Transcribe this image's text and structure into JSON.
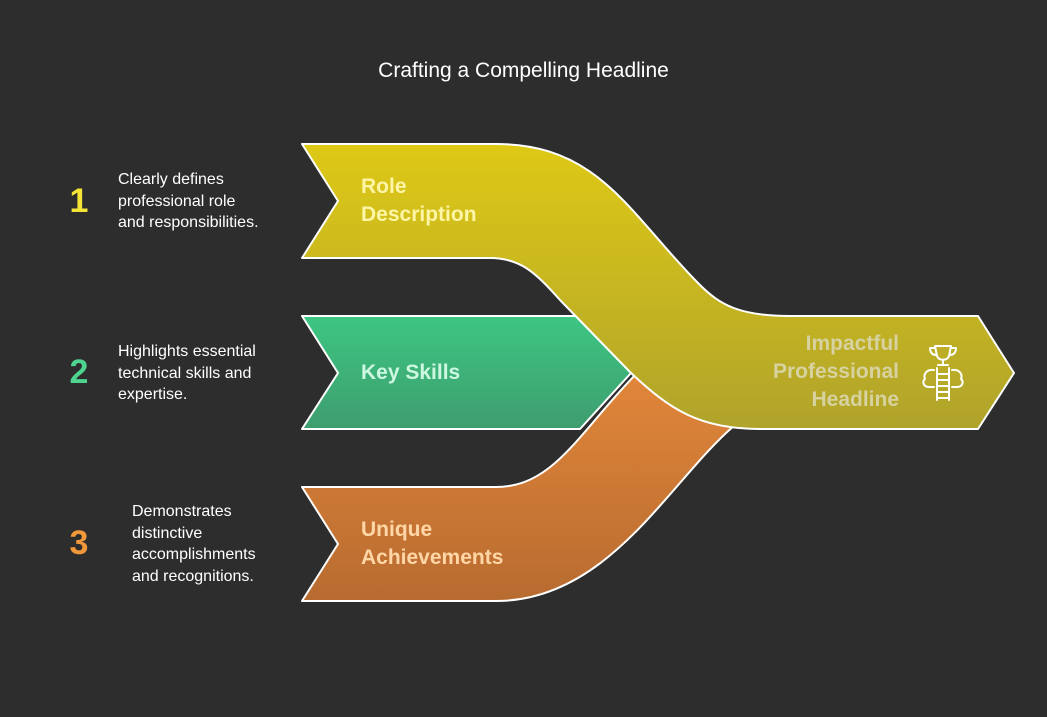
{
  "title": "Crafting a Compelling Headline",
  "steps": [
    {
      "number": "1",
      "description": [
        "Clearly defines",
        "professional role",
        "and responsibilities."
      ],
      "label": [
        "Role",
        "Description"
      ],
      "color": "#f4e435",
      "label_color": "#fff5a6"
    },
    {
      "number": "2",
      "description": [
        "Highlights essential",
        "technical skills and",
        "expertise."
      ],
      "label": [
        "Key Skills"
      ],
      "color": "#4ed48f",
      "label_color": "#cdf7e1"
    },
    {
      "number": "3",
      "description": [
        "Demonstrates",
        "distinctive",
        "accomplishments",
        "and recognitions."
      ],
      "label": [
        "Unique",
        "Achievements"
      ],
      "color": "#f0983a",
      "label_color": "#ffd6a6"
    }
  ],
  "output": {
    "label": [
      "Impactful",
      "Professional",
      "Headline"
    ],
    "icon": "trophy-ladder-icon",
    "label_color": "#d7d2a0"
  },
  "colors": {
    "background": "#2d2d2d",
    "role_band": "#d8c41f",
    "skills_band": "#3cbd7f",
    "achievements_band": "#d8843a",
    "output_band": "#bfad28"
  }
}
